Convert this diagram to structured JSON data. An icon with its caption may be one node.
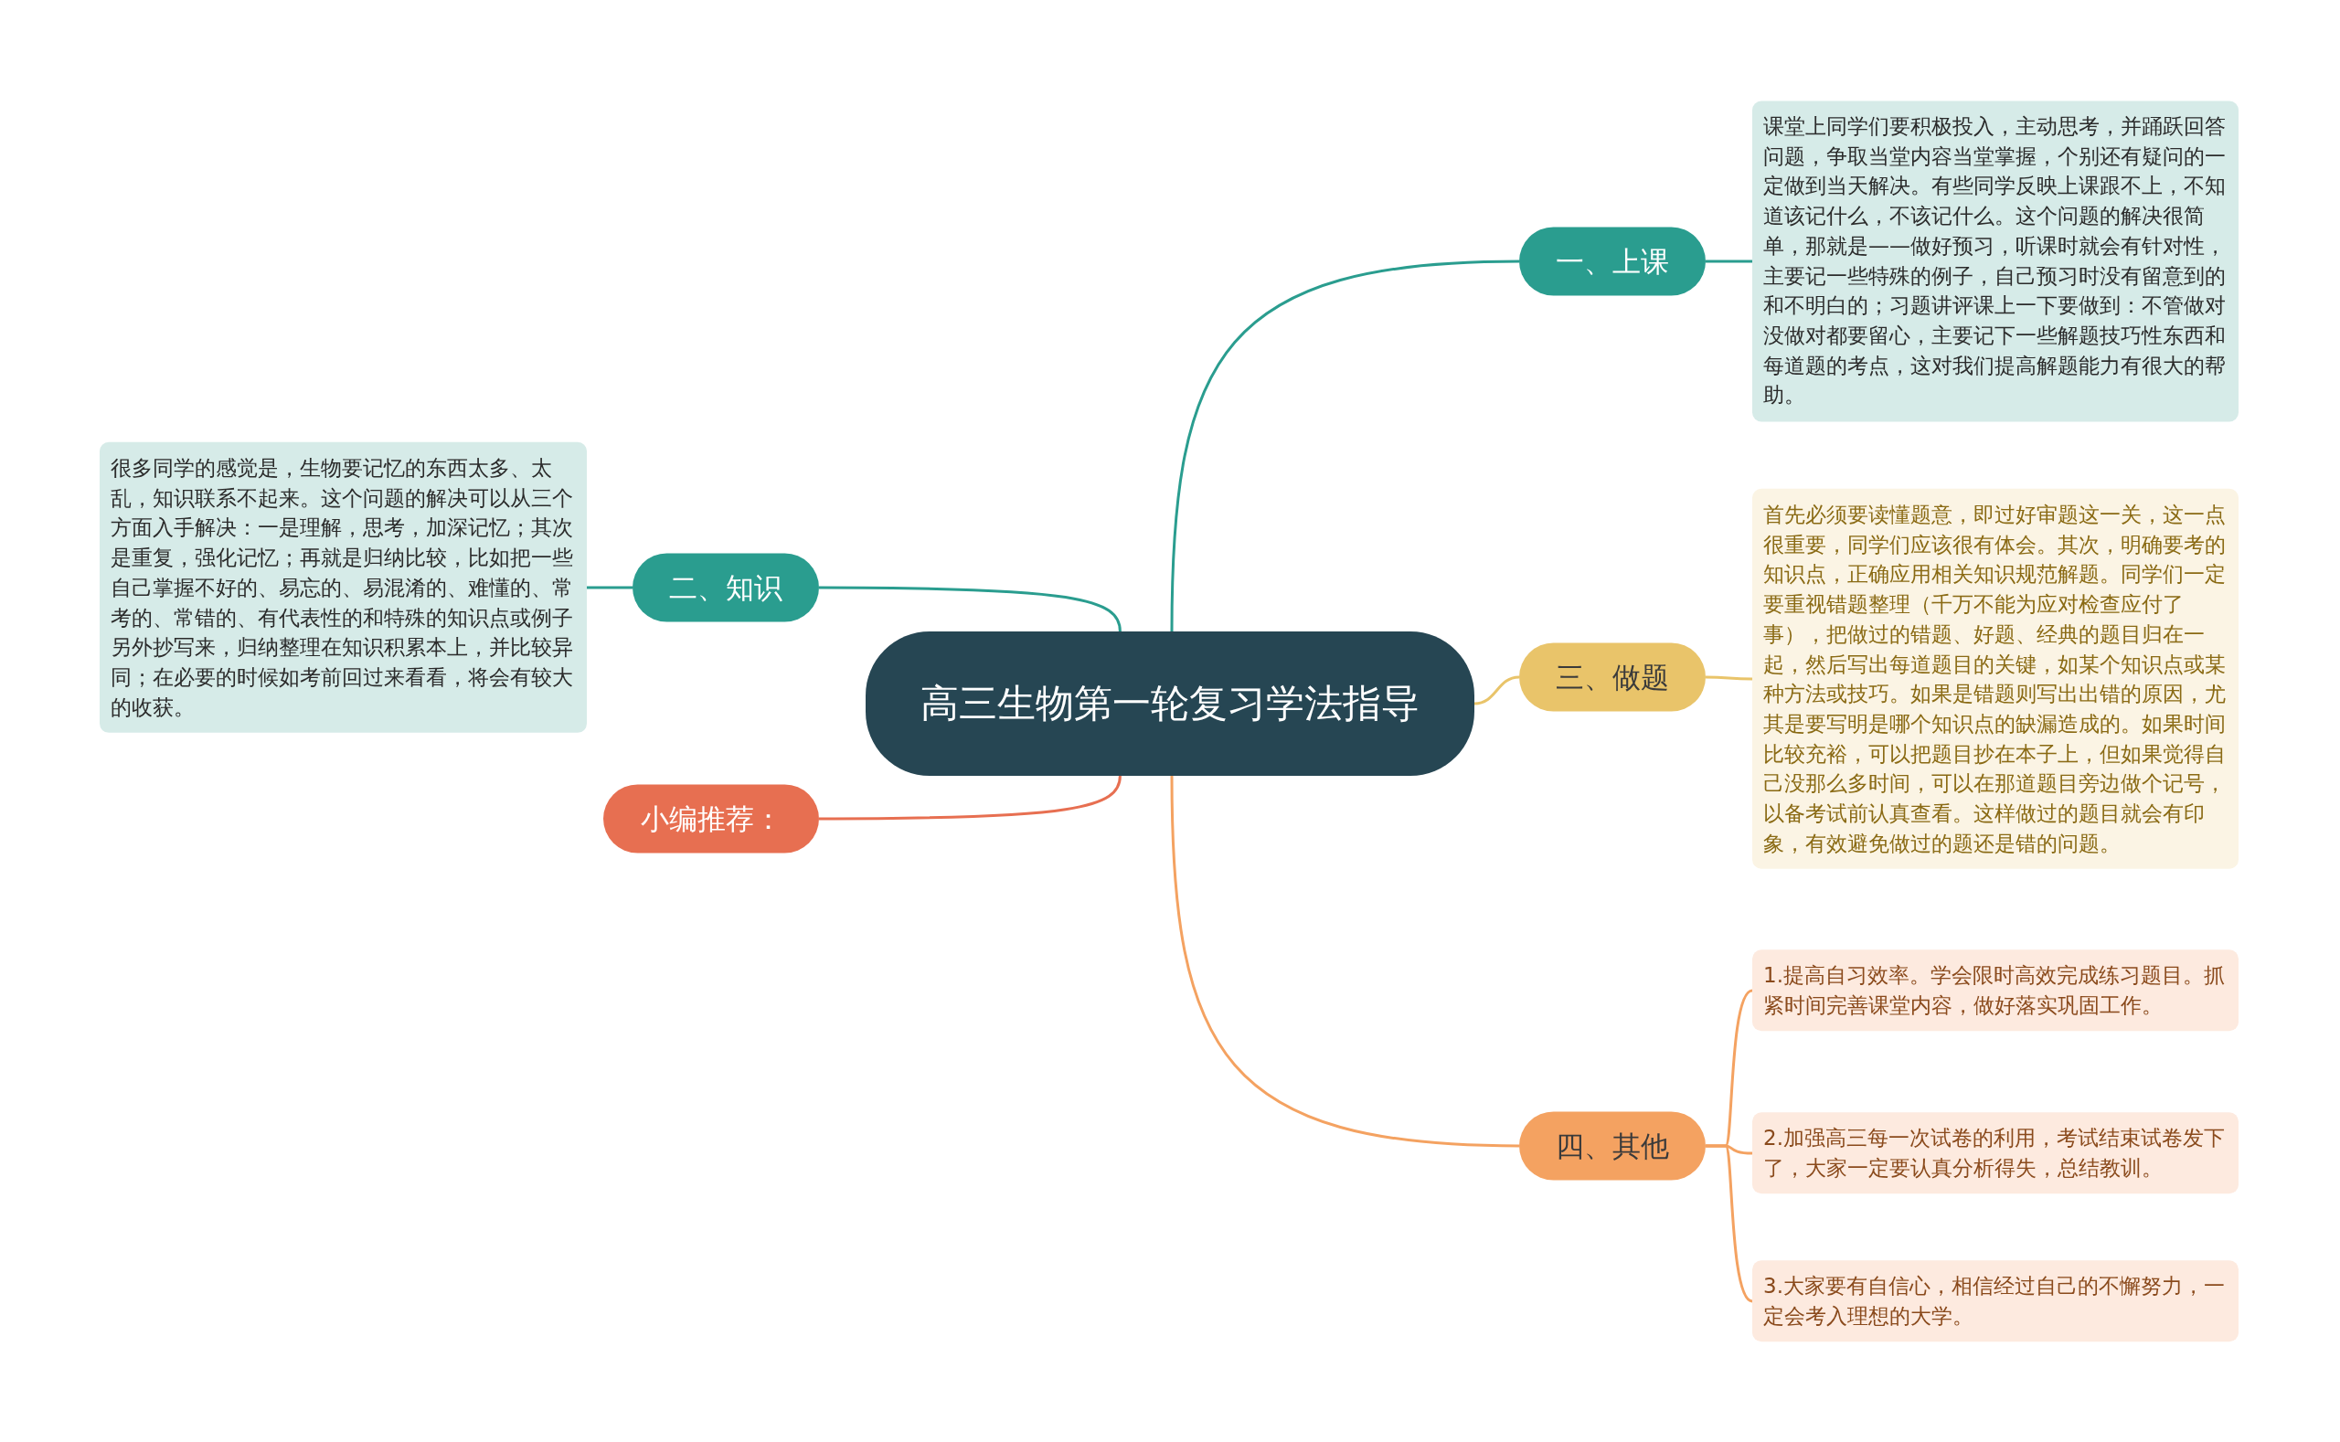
{
  "diagram": {
    "nodes": [
      {
        "text": [
          "高三生物第一轮复习学法指导"
        ]
      },
      {
        "text": [
          "一、上课"
        ]
      },
      {
        "text": [
          "课堂上同学们要积极投入，主动思考，并踊跃回答问题，争取当堂内容当堂掌握，个别还有疑问的一定做到当天解决。有些同学反映上课跟不上，不知道该记什么，不该记什么。这个问题的解决很简单，那就是——做好预习，听课时就会有针对性，主要记一些特殊的例子，自己预习时没有留意到的和不明白的；习题讲评课上一下要做到：不管做对没做对都要留心，主要记下一些解题技巧性东西和每道题的考点，这对我们提高解题能力有很大的帮助。"
        ]
      },
      {
        "text": [
          "二、知识"
        ]
      },
      {
        "text": [
          "很多同学的感觉是，生物要记忆的东西太多、太乱，知识联系不起来。这个问题的解决可以从三个方面入手解决：一是理解，思考，加深记忆；其次是重复，强化记忆；再就是归纳比较，比如把一些自己掌握不好的、易忘的、易混淆的、难懂的、常考的、常错的、有代表性的和特殊的知识点或例子另外抄写来，归纳整理在知识积累本上，并比较异同；在必要的时候如考前回过来看看，将会有较大的收获。"
        ]
      },
      {
        "text": [
          "小编推荐："
        ]
      },
      {
        "text": [
          "三、做题"
        ]
      },
      {
        "text": [
          "首先必须要读懂题意，即过好审题这一关，这一点很重要，同学们应该很有体会。其次，明确要考的知识点，正确应用相关知识规范解题。同学们一定要重视错题整理（千万不能为应对检查应付了事），把做过的错题、好题、经典的题目归在一起，然后写出每道题目的关键，如某个知识点或某种方法或技巧。如果是错题则写出出错的原因，尤其是要写明是哪个知识点的缺漏造成的。如果时间比较充裕，可以把题目抄在本子上，但如果觉得自己没那么多时间，可以在那道题目旁边做个记号，以备考试前认真查看。这样做过的题目就会有印象，有效避免做过的题还是错的问题。"
        ]
      },
      {
        "text": [
          "四、其他"
        ]
      },
      {
        "text": [
          "1.提高自习效率。学会限时高效完成练习题目。抓紧时间完善课堂内容，做好落实巩固工作。"
        ]
      },
      {
        "text": [
          "2.加强高三每一次试卷的利用，考试结束试卷发下了，大家一定要认真分析得失，总结教训。"
        ]
      },
      {
        "text": [
          "3.大家要有自信心，相信经过自己的不懈努力，一定会考入理想的大学。"
        ]
      }
    ],
    "edges": [
      {
        "from": 0,
        "to": 1,
        "arrow": "none",
        "color": "#2a9d8f"
      },
      {
        "from": 1,
        "to": 2,
        "arrow": "none",
        "color": "#2a9d8f"
      },
      {
        "from": 0,
        "to": 3,
        "arrow": "none",
        "color": "#2a9d8f"
      },
      {
        "from": 3,
        "to": 4,
        "arrow": "none",
        "color": "#2a9d8f"
      },
      {
        "from": 0,
        "to": 5,
        "arrow": "none",
        "color": "#e76f51"
      },
      {
        "from": 0,
        "to": 6,
        "arrow": "none",
        "color": "#e9c46a"
      },
      {
        "from": 6,
        "to": 7,
        "arrow": "none",
        "color": "#e9c46a"
      },
      {
        "from": 0,
        "to": 8,
        "arrow": "none",
        "color": "#f4a261"
      },
      {
        "from": 8,
        "to": 9,
        "arrow": "none",
        "color": "#f4a261"
      },
      {
        "from": 8,
        "to": 10,
        "arrow": "none",
        "color": "#f4a261"
      },
      {
        "from": 8,
        "to": 11,
        "arrow": "none",
        "color": "#f4a261"
      }
    ]
  }
}
